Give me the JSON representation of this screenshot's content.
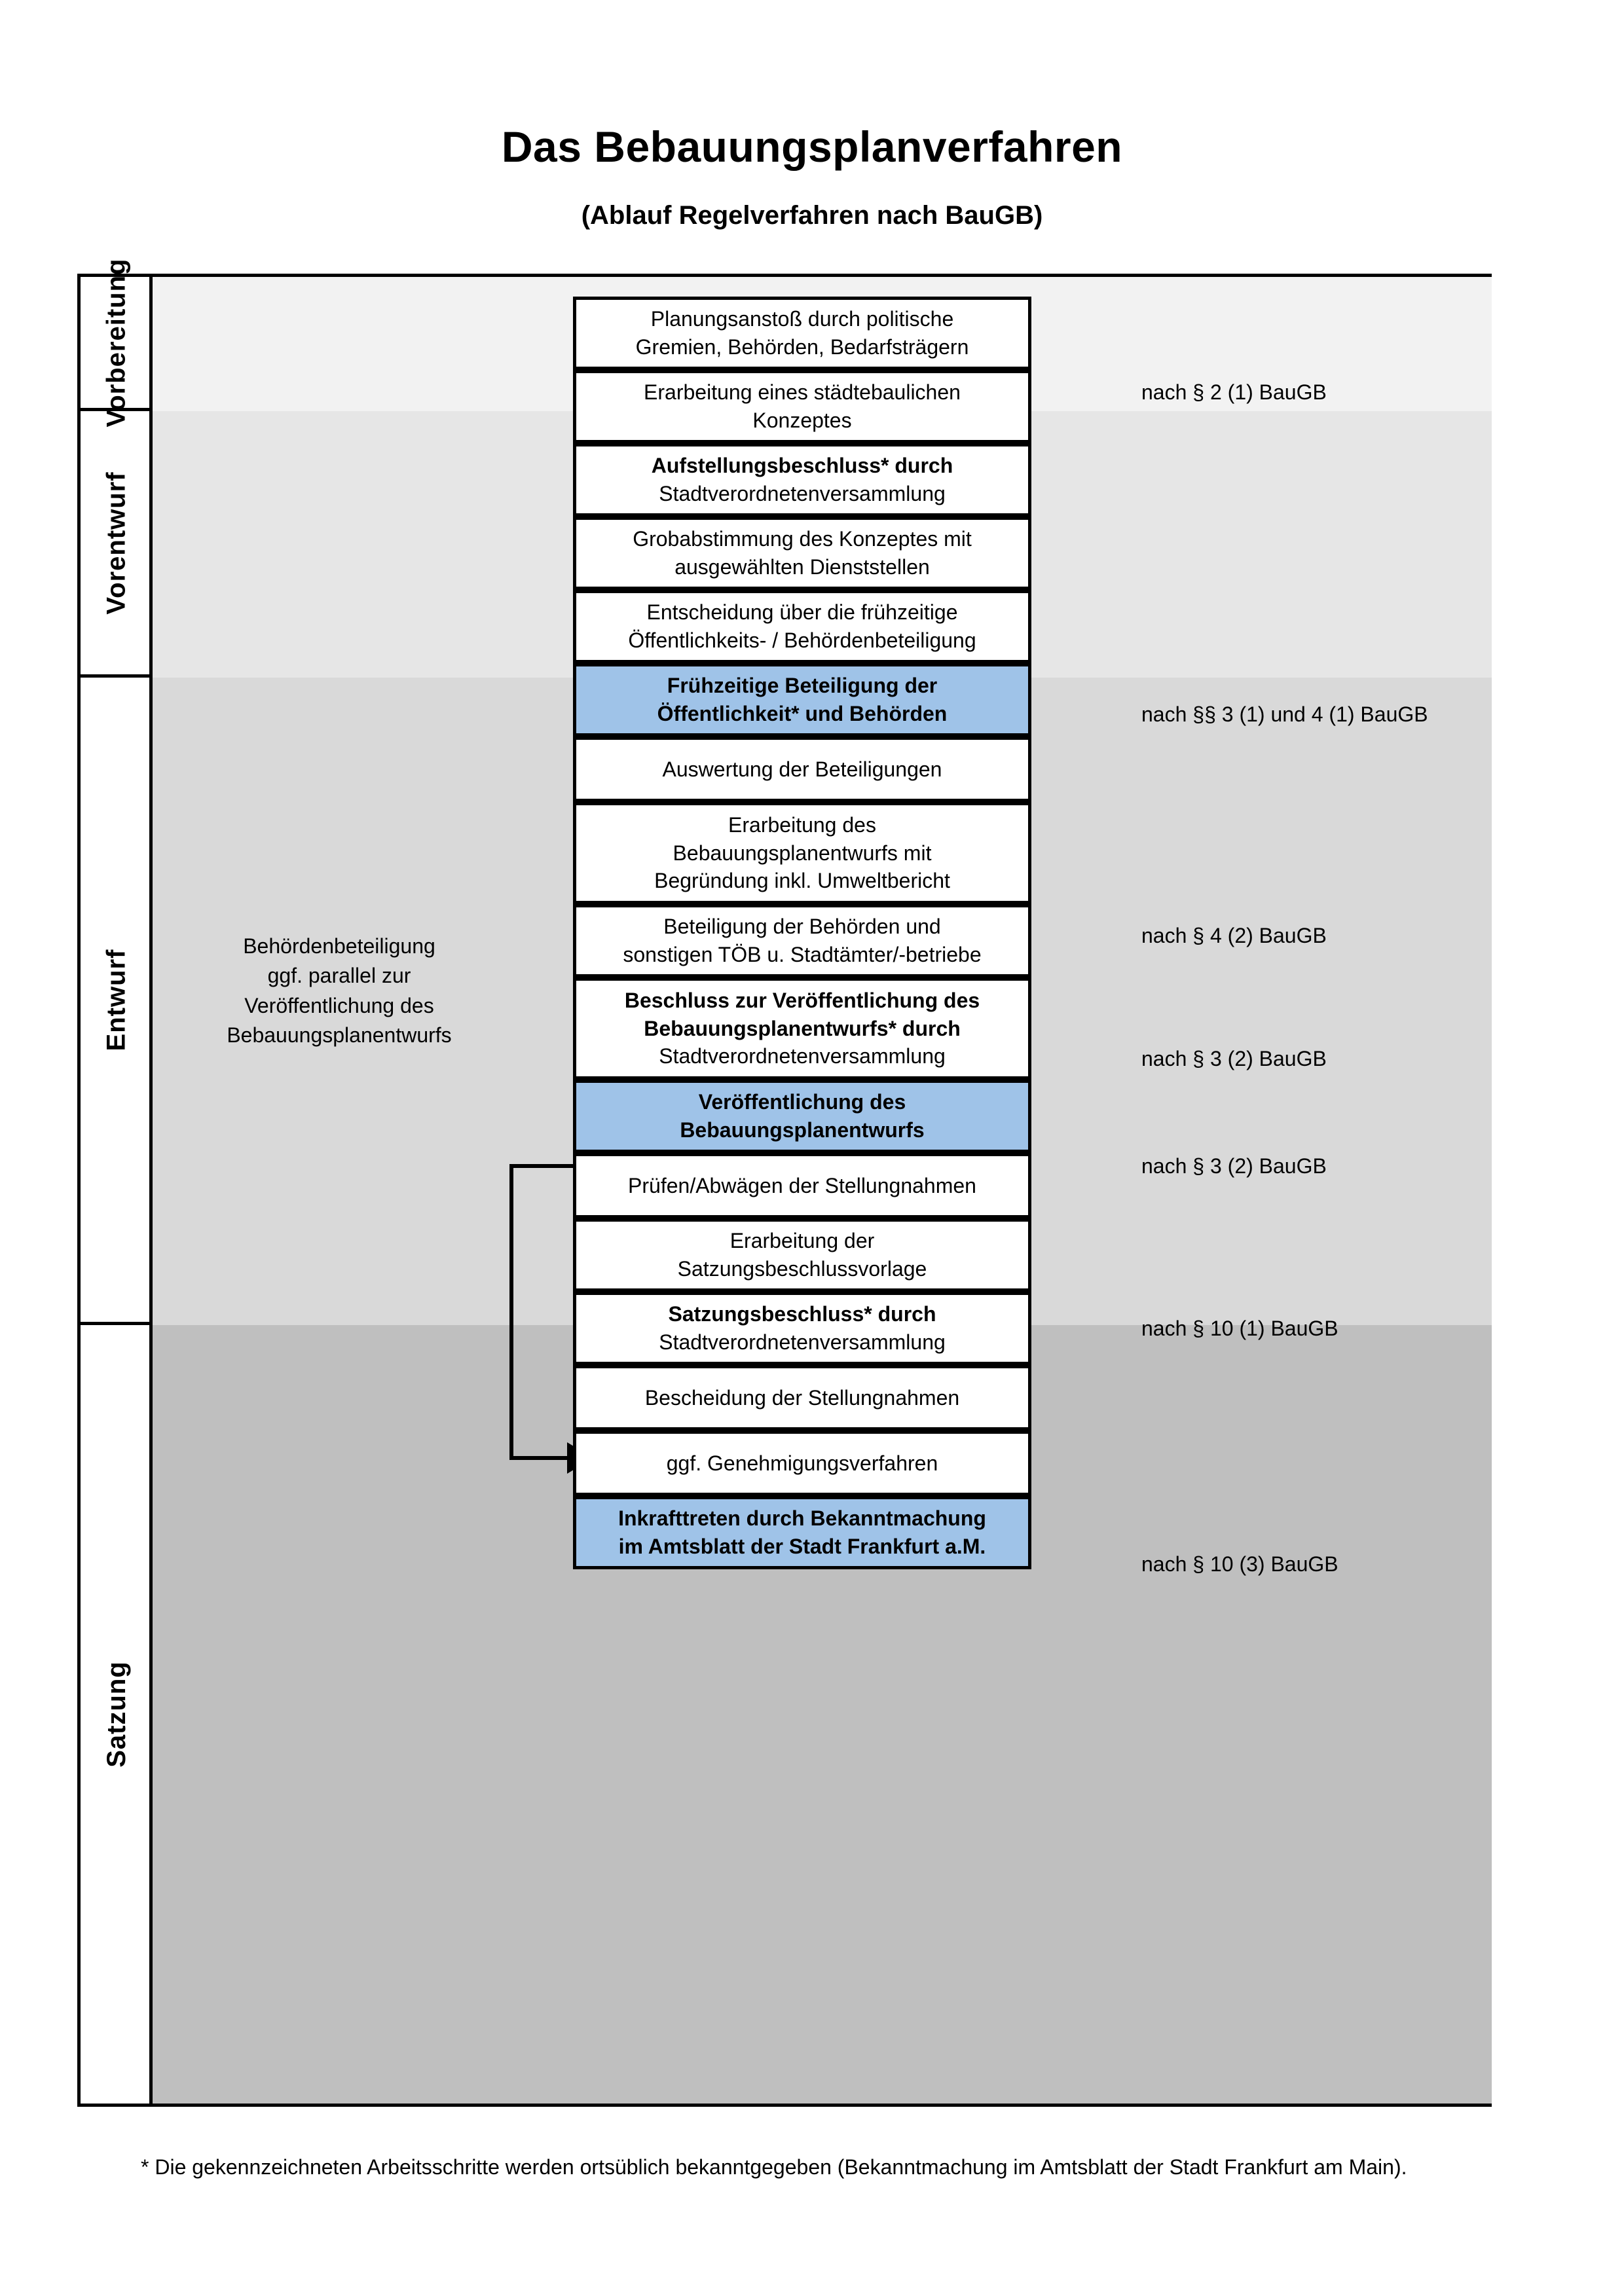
{
  "header": {
    "title": "Das Bebauungsplanverfahren",
    "subtitle": "(Ablauf Regelverfahren nach BauGB)"
  },
  "phases": [
    {
      "label": "Vorbereitung",
      "bg": "#F2F2F2"
    },
    {
      "label": "Vorentwurf",
      "bg": "#E6E6E6"
    },
    {
      "label": "Entwurf",
      "bg": "#D9D9D9"
    },
    {
      "label": "Satzung",
      "bg": "#BFBFBF"
    }
  ],
  "colors": {
    "highlight_blue": "#9FC3E8",
    "band_1": "#F2F2F2",
    "band_2": "#E6E6E6",
    "band_3": "#D9D9D9",
    "band_4": "#BFBFBF",
    "line": "#000000"
  },
  "steps": [
    {
      "id": "s1",
      "phase": "Vorbereitung",
      "highlight": false,
      "lines": [
        {
          "text": "Planungsanstoß durch politische",
          "bold": false
        },
        {
          "text": "Gremien, Behörden, Bedarfsträgern",
          "bold": false
        }
      ]
    },
    {
      "id": "s2",
      "phase": "Vorbereitung",
      "highlight": false,
      "lines": [
        {
          "text": "Erarbeitung eines städtebaulichen",
          "bold": false
        },
        {
          "text": "Konzeptes",
          "bold": false
        }
      ]
    },
    {
      "id": "s3",
      "phase": "Vorbereitung",
      "highlight": false,
      "lines": [
        {
          "text": "Aufstellungsbeschluss* durch",
          "bold": true
        },
        {
          "text": "Stadtverordnetenversammlung",
          "bold": false
        }
      ]
    },
    {
      "id": "s4",
      "phase": "Vorentwurf",
      "highlight": false,
      "lines": [
        {
          "text": "Grobabstimmung des Konzeptes mit",
          "bold": false
        },
        {
          "text": "ausgewählten Dienststellen",
          "bold": false
        }
      ]
    },
    {
      "id": "s5",
      "phase": "Vorentwurf",
      "highlight": false,
      "lines": [
        {
          "text": "Entscheidung über die frühzeitige",
          "bold": false
        },
        {
          "text": "Öffentlichkeits- / Behördenbeteiligung",
          "bold": false
        }
      ]
    },
    {
      "id": "s6",
      "phase": "Vorentwurf",
      "highlight": true,
      "lines": [
        {
          "text": "Frühzeitige Beteiligung der",
          "bold": true
        },
        {
          "text": "Öffentlichkeit* und Behörden",
          "bold": true
        }
      ]
    },
    {
      "id": "s7",
      "phase": "Entwurf",
      "highlight": false,
      "lines": [
        {
          "text": "Auswertung der Beteiligungen",
          "bold": false
        }
      ]
    },
    {
      "id": "s8",
      "phase": "Entwurf",
      "highlight": false,
      "lines": [
        {
          "text": "Erarbeitung des",
          "bold": false
        },
        {
          "text": "Bebauungsplanentwurfs mit",
          "bold": false
        },
        {
          "text": "Begründung inkl. Umweltbericht",
          "bold": false
        }
      ]
    },
    {
      "id": "s9",
      "phase": "Entwurf",
      "highlight": false,
      "lines": [
        {
          "text": "Beteiligung der Behörden und",
          "bold": false
        },
        {
          "text": "sonstigen TÖB u. Stadtämter/-betriebe",
          "bold": false
        }
      ]
    },
    {
      "id": "s10",
      "phase": "Entwurf",
      "highlight": false,
      "lines": [
        {
          "text": "Beschluss zur Veröffentlichung des",
          "bold": true
        },
        {
          "text": "Bebauungsplanentwurfs* durch",
          "bold": true,
          "tail": " durch"
        },
        {
          "text": "Stadtverordnetenversammlung",
          "bold": false
        }
      ]
    },
    {
      "id": "s11",
      "phase": "Entwurf",
      "highlight": true,
      "lines": [
        {
          "text": "Veröffentlichung des",
          "bold": true
        },
        {
          "text": "Bebauungsplanentwurfs",
          "bold": true
        }
      ]
    },
    {
      "id": "s12",
      "phase": "Satzung",
      "highlight": false,
      "lines": [
        {
          "text": "Prüfen/Abwägen der Stellungnahmen",
          "bold": false
        }
      ]
    },
    {
      "id": "s13",
      "phase": "Satzung",
      "highlight": false,
      "lines": [
        {
          "text": "Erarbeitung der",
          "bold": false
        },
        {
          "text": "Satzungsbeschlussvorlage",
          "bold": false
        }
      ]
    },
    {
      "id": "s14",
      "phase": "Satzung",
      "highlight": false,
      "lines": [
        {
          "text": "Satzungsbeschluss* durch",
          "bold": true
        },
        {
          "text": "Stadtverordnetenversammlung",
          "bold": false
        }
      ]
    },
    {
      "id": "s15",
      "phase": "Satzung",
      "highlight": false,
      "lines": [
        {
          "text": "Bescheidung der Stellungnahmen",
          "bold": false
        }
      ]
    },
    {
      "id": "s16",
      "phase": "Satzung",
      "highlight": false,
      "lines": [
        {
          "text": "ggf. Genehmigungsverfahren",
          "bold": false
        }
      ]
    },
    {
      "id": "s17",
      "phase": "Satzung",
      "highlight": true,
      "lines": [
        {
          "text": "Inkrafttreten durch Bekanntmachung",
          "bold": true
        },
        {
          "text": "im Amtsblatt der Stadt Frankfurt a.M.",
          "bold": false
        }
      ]
    }
  ],
  "side_note": {
    "lines": [
      "Behördenbeteiligung",
      "ggf. parallel zur",
      "Veröffentlichung des",
      "Bebauungsplanentwurfs"
    ]
  },
  "legal_refs": [
    {
      "id": "l1",
      "text": "nach § 2 (1) BauGB"
    },
    {
      "id": "l2",
      "text": "nach §§ 3 (1) und 4 (1) BauGB"
    },
    {
      "id": "l3",
      "text": "nach § 4 (2) BauGB"
    },
    {
      "id": "l4",
      "text": "nach § 3 (2) BauGB"
    },
    {
      "id": "l5",
      "text": "nach § 3 (2) BauGB"
    },
    {
      "id": "l6",
      "text": "nach § 10 (1) BauGB"
    },
    {
      "id": "l7",
      "text": "nach § 10 (3) BauGB"
    }
  ],
  "footnote": {
    "text": "* Die gekennzeichneten Arbeitsschritte werden ortsüblich bekanntgegeben (Bekanntmachung im Amtsblatt  der Stadt Frankfurt am Main)."
  }
}
